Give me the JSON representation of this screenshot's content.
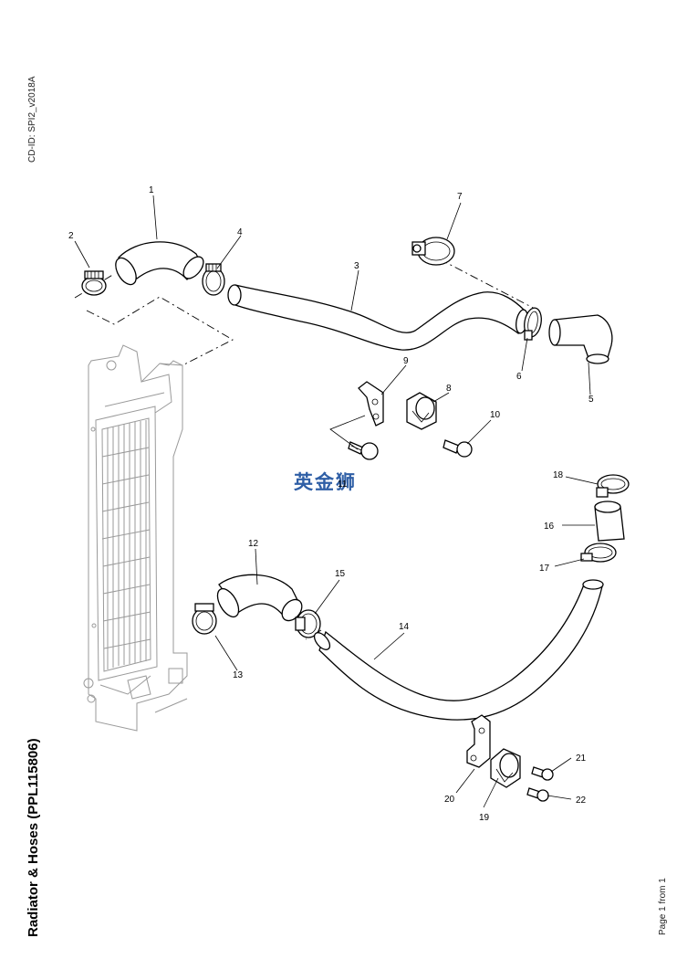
{
  "sheet": {
    "cd_id": "CD-ID: SPI2_v2018A",
    "title": "Radiator & Hoses (PPL115806)",
    "page": "Page 1 from 1",
    "watermark": "英金狮"
  },
  "callouts": [
    "1",
    "2",
    "3",
    "4",
    "5",
    "6",
    "7",
    "8",
    "9",
    "10",
    "11",
    "12",
    "13",
    "14",
    "15",
    "16",
    "17",
    "18",
    "19",
    "20",
    "21",
    "22"
  ]
}
